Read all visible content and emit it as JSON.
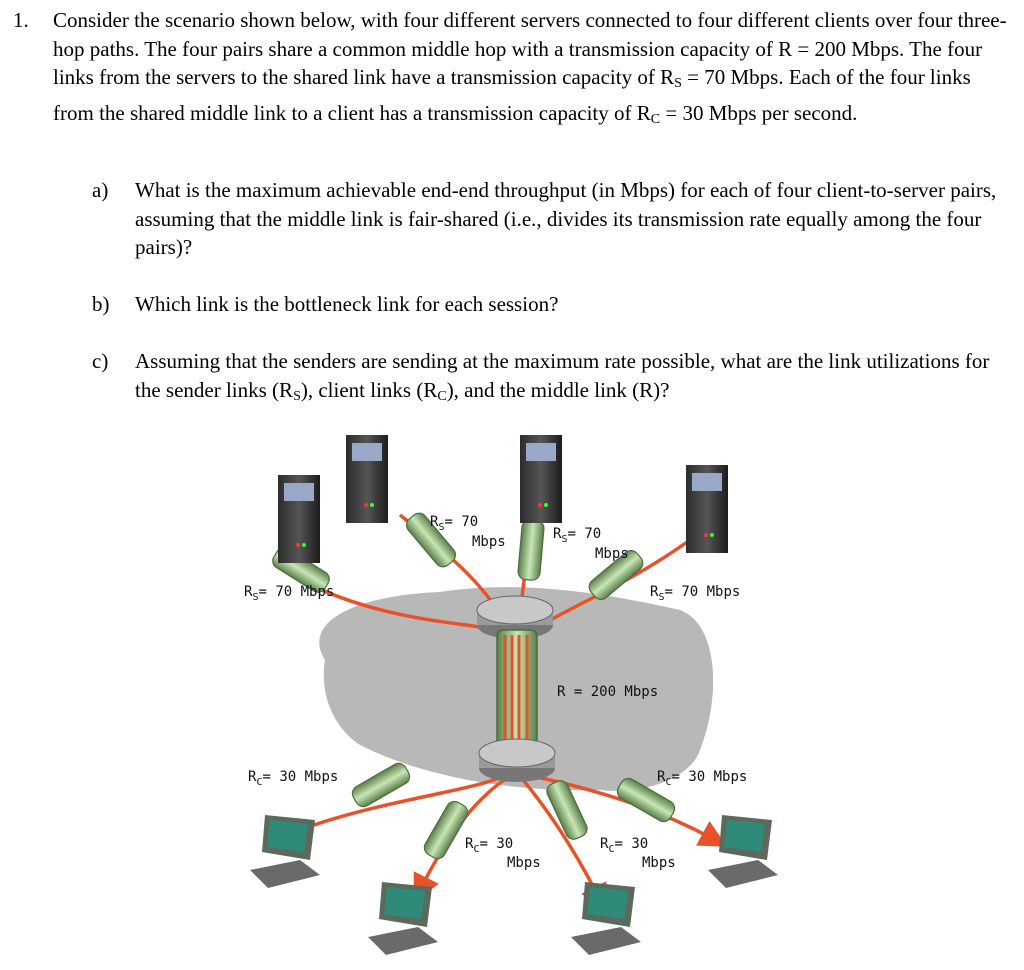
{
  "question": {
    "number": "1.",
    "text_before_R": "Consider the scenario shown below, with four different servers connected to four different clients over four three-hop paths. The four pairs share a common middle hop with a transmission capacity of R = 200 Mbps. The four links from the servers to the shared link have a transmission capacity of R",
    "rs_sub": "S",
    "text_mid": " = 70 Mbps. Each of the four links from the shared middle link to a client has a transmission capacity of R",
    "rc_sub": "C",
    "text_end": " = 30 Mbps per second."
  },
  "parts": [
    {
      "label": "a)",
      "text": "What is the maximum achievable end-end throughput (in Mbps) for each of four client-to-server pairs, assuming that the middle link is fair-shared (i.e., divides its transmission rate equally among the four pairs)?"
    },
    {
      "label": "b)",
      "text": "Which link is the bottleneck link for each session?"
    },
    {
      "label": "c)",
      "part1": "Assuming that the senders are sending at the maximum rate possible, what are the link utilizations for the sender links (R",
      "s1": "S",
      "part2": "), client links (R",
      "s2": "C",
      "part3": "), and the middle link (R)?"
    }
  ],
  "diagram": {
    "rs_left": "= 70 Mbps",
    "rs_top_left_1": "= 70",
    "rs_top_left_2": "Mbps",
    "rs_top_right_1": "= 70",
    "rs_top_right_2": "Mbps",
    "rs_right": "= 70 Mbps",
    "r_middle": "R = 200 Mbps",
    "rc_left": "= 30 Mbps",
    "rc_right": "= 30 Mbps",
    "rc_bottom_left_1": "= 30",
    "rc_bottom_left_2": "Mbps",
    "rc_bottom_right_1": "= 30",
    "rc_bottom_right_2": "Mbps",
    "r_letter": "R",
    "s_sub": "S",
    "c_sub": "C"
  }
}
